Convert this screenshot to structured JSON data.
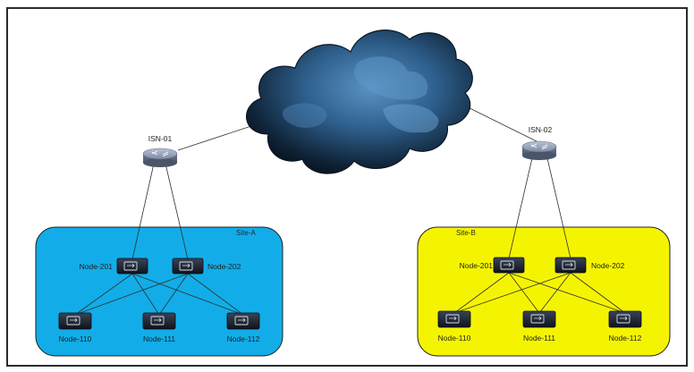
{
  "diagram": {
    "isn": [
      {
        "id": "isn-01",
        "label": "ISN-01"
      },
      {
        "id": "isn-02",
        "label": "ISN-02"
      }
    ],
    "sites": [
      {
        "id": "site-a",
        "label": "Site-A",
        "fill": "#12ade8",
        "spines": [
          {
            "id": "a-201",
            "label": "Node-201"
          },
          {
            "id": "a-202",
            "label": "Node-202"
          }
        ],
        "leaves": [
          {
            "id": "a-110",
            "label": "Node-110"
          },
          {
            "id": "a-111",
            "label": "Node-111"
          },
          {
            "id": "a-112",
            "label": "Node-112"
          }
        ]
      },
      {
        "id": "site-b",
        "label": "Site-B",
        "fill": "#f5f400",
        "spines": [
          {
            "id": "b-201",
            "label": "Node-201"
          },
          {
            "id": "b-202",
            "label": "Node-202"
          }
        ],
        "leaves": [
          {
            "id": "b-110",
            "label": "Node-110"
          },
          {
            "id": "b-111",
            "label": "Node-111"
          },
          {
            "id": "b-112",
            "label": "Node-112"
          }
        ]
      }
    ],
    "colors": {
      "border": "#333333",
      "cloud_dark": "#0b1a2b",
      "cloud_light": "#4d86b8",
      "router": "#6f7c93",
      "switch": "#1b2230"
    }
  }
}
